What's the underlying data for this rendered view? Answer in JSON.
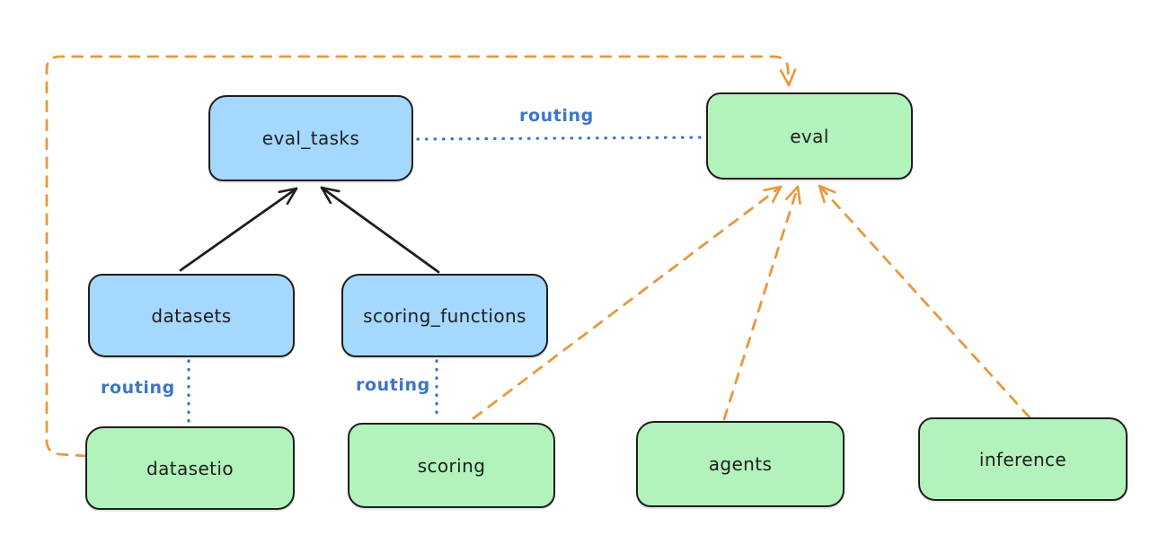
{
  "diagram": {
    "nodes": [
      {
        "id": "eval_tasks",
        "label": "eval_tasks",
        "fill": "#a5d8ff"
      },
      {
        "id": "eval",
        "label": "eval",
        "fill": "#b2f2bb"
      },
      {
        "id": "datasets",
        "label": "datasets",
        "fill": "#a5d8ff"
      },
      {
        "id": "scoring_functions",
        "label": "scoring_functions",
        "fill": "#a5d8ff"
      },
      {
        "id": "datasetio",
        "label": "datasetio",
        "fill": "#b2f2bb"
      },
      {
        "id": "scoring",
        "label": "scoring",
        "fill": "#b2f2bb"
      },
      {
        "id": "agents",
        "label": "agents",
        "fill": "#b2f2bb"
      },
      {
        "id": "inference",
        "label": "inference",
        "fill": "#b2f2bb"
      }
    ],
    "edges": [
      {
        "from": "datasets",
        "to": "eval_tasks",
        "style": "solid-black-arrow",
        "label": ""
      },
      {
        "from": "scoring_functions",
        "to": "eval_tasks",
        "style": "solid-black-arrow",
        "label": ""
      },
      {
        "from": "eval_tasks",
        "to": "eval",
        "style": "dotted-blue",
        "label": "routing"
      },
      {
        "from": "datasets",
        "to": "datasetio",
        "style": "dotted-blue",
        "label": "routing"
      },
      {
        "from": "scoring_functions",
        "to": "scoring",
        "style": "dotted-blue",
        "label": "routing"
      },
      {
        "from": "datasetio",
        "to": "eval",
        "style": "dashed-orange-arrow",
        "label": ""
      },
      {
        "from": "scoring",
        "to": "eval",
        "style": "dashed-orange-arrow",
        "label": ""
      },
      {
        "from": "agents",
        "to": "eval",
        "style": "dashed-orange-arrow",
        "label": ""
      },
      {
        "from": "inference",
        "to": "eval",
        "style": "dashed-orange-arrow",
        "label": ""
      }
    ],
    "colors": {
      "node_blue_fill": "#a5d8ff",
      "node_green_fill": "#b2f2bb",
      "node_stroke": "#1e1e1e",
      "arrow_black": "#1e1e1e",
      "arrow_orange": "#e9973e",
      "routing_blue": "#3b76c8",
      "background": "#ffffff"
    }
  }
}
